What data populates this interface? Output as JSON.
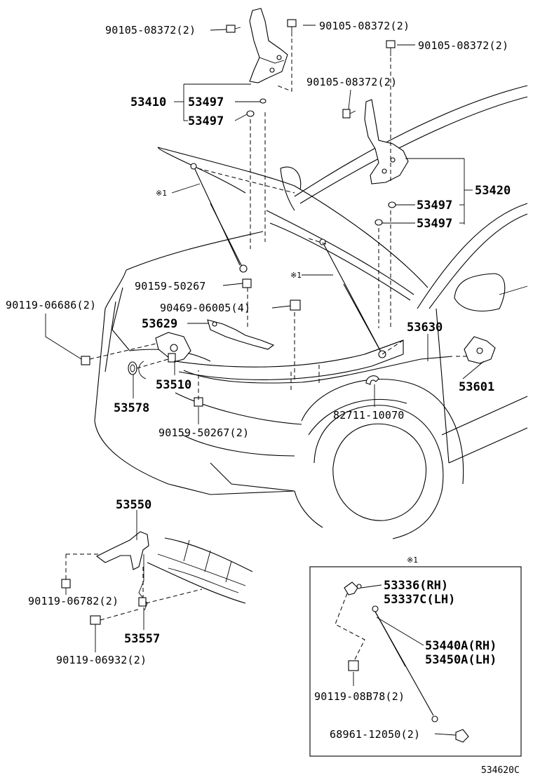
{
  "labels": {
    "bolt_top_left": "90105-08372(2)",
    "bolt_top_mid": "90105-08372(2)",
    "bolt_top_right": "90105-08372(2)",
    "bolt_right_hinge": "90105-08372(2)",
    "hinge_lh": "53410",
    "hinge_lh_washer_a": "53497",
    "hinge_lh_washer_b": "53497",
    "hinge_rh": "53420",
    "hinge_rh_washer_a": "53497",
    "hinge_rh_washer_b": "53497",
    "support_ref_left": "※1",
    "support_ref_right": "※1",
    "bolt_support_lower": "90159-50267",
    "bolt_side": "90119-06686(2)",
    "clip_cable": "90469-06005(4)",
    "cable_bracket": "53629",
    "lock_assy": "53510",
    "cushion": "53578",
    "bolt_lock": "90159-50267(2)",
    "release_cable": "53630",
    "release_lever": "53601",
    "clamp": "82711-10070",
    "lock_support": "53550",
    "bolt_lock_support_a": "90119-06782(2)",
    "lock_support_brace": "53557",
    "bolt_lock_support_b": "90119-06932(2)",
    "inset_title": "※1",
    "inset_bracket_rh": "53336(RH)",
    "inset_bracket_lh": "53337C(LH)",
    "inset_stay_rh": "53440A(RH)",
    "inset_stay_lh": "53450A(LH)",
    "inset_bolt": "90119-08B78(2)",
    "inset_retainer": "68961-12050(2)",
    "figure_code": "534620C"
  }
}
